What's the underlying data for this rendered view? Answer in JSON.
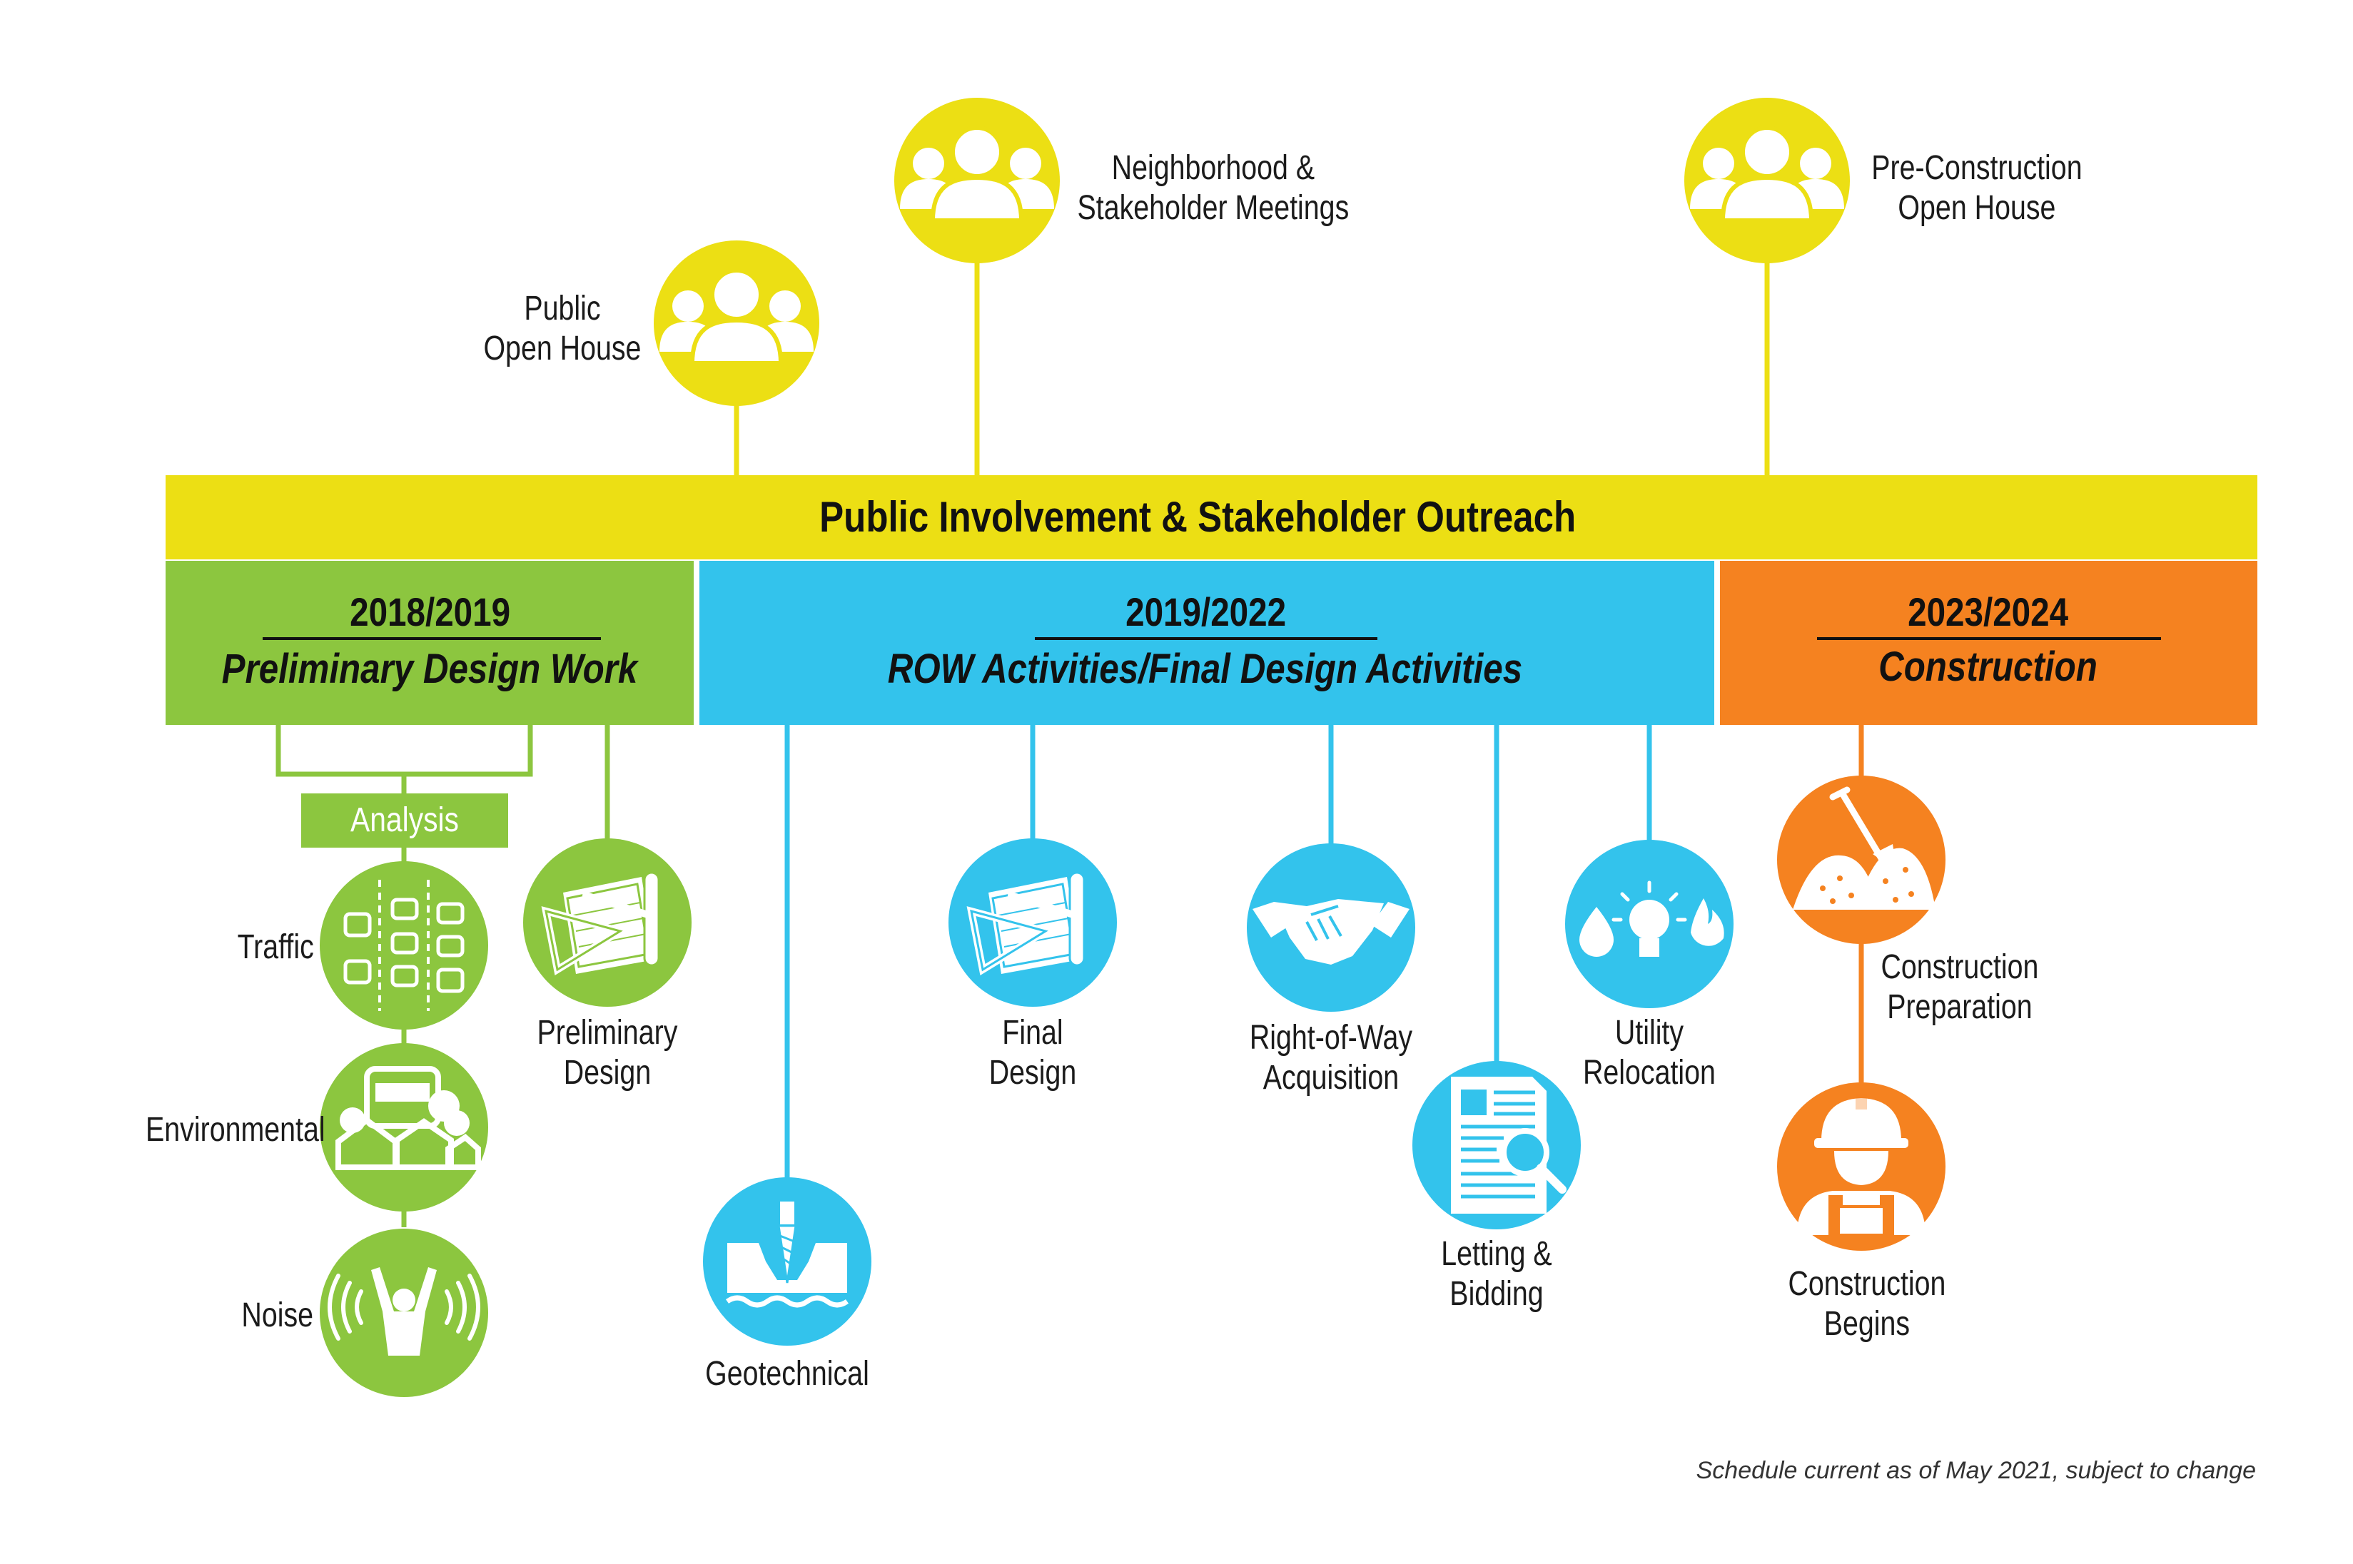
{
  "colors": {
    "yellow": "#ECDF14",
    "green": "#8CC63F",
    "blue": "#33C3EC",
    "orange": "#F58220"
  },
  "outreach": {
    "banner": "Public Involvement & Stakeholder Outreach",
    "events": [
      {
        "line1": "Public",
        "line2": "Open House",
        "icon": "people-group-icon"
      },
      {
        "line1": "Neighborhood &",
        "line2": "Stakeholder Meetings",
        "icon": "people-group-icon"
      },
      {
        "line1": "Pre-Construction",
        "line2": "Open House",
        "icon": "people-group-icon"
      }
    ]
  },
  "phases": [
    {
      "years": "2018/2019",
      "title": "Preliminary Design Work"
    },
    {
      "years": "2019/2022",
      "title": "ROW Activities/Final Design Activities"
    },
    {
      "years": "2023/2024",
      "title": "Construction"
    }
  ],
  "analysis": {
    "label": "Analysis",
    "items": [
      {
        "label": "Traffic",
        "icon": "traffic-icon"
      },
      {
        "label": "Environmental",
        "icon": "environmental-icon"
      },
      {
        "label": "Noise",
        "icon": "noise-icon"
      }
    ]
  },
  "milestones": {
    "preliminary_design": {
      "line1": "Preliminary",
      "line2": "Design",
      "icon": "blueprint-icon"
    },
    "geotechnical": {
      "label": "Geotechnical",
      "icon": "drill-icon"
    },
    "final_design": {
      "line1": "Final",
      "line2": "Design",
      "icon": "blueprint-icon"
    },
    "row_acquisition": {
      "line1": "Right-of-Way",
      "line2": "Acquisition",
      "icon": "handshake-icon"
    },
    "letting_bidding": {
      "line1": "Letting &",
      "line2": "Bidding",
      "icon": "document-search-icon"
    },
    "utility_relocation": {
      "line1": "Utility",
      "line2": "Relocation",
      "icon": "utilities-icon"
    },
    "construction_preparation": {
      "line1": "Construction",
      "line2": "Preparation",
      "icon": "shovel-dirt-icon"
    },
    "construction_begins": {
      "line1": "Construction",
      "line2": "Begins",
      "icon": "worker-icon"
    }
  },
  "footnote": "Schedule current as of May 2021, subject to change"
}
